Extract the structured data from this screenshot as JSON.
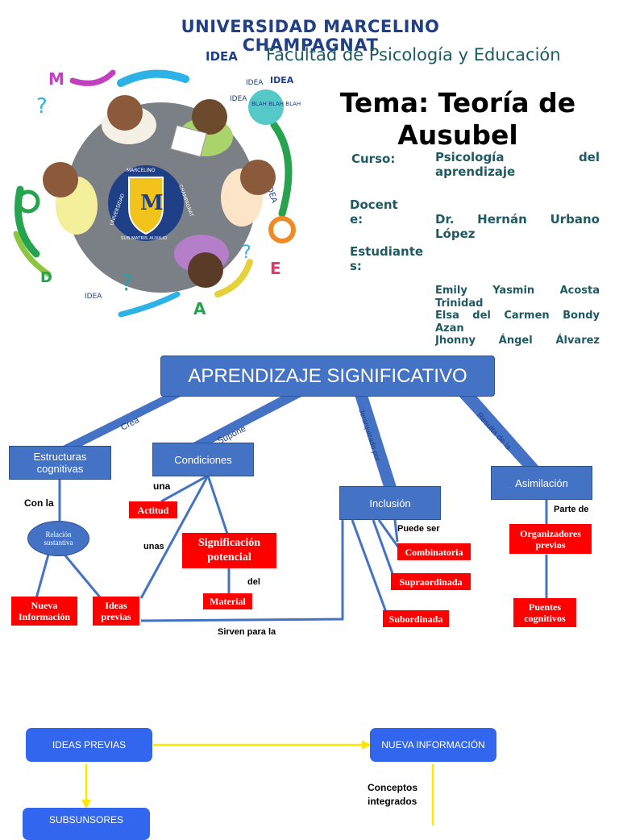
{
  "header": {
    "university": "UNIVERSIDAD MARCELINO CHAMPAGNAT",
    "faculty": "Facultad de Psicología y Educación",
    "topic": "Tema: Teoría de Ausubel"
  },
  "info": {
    "course_label": "Curso:",
    "course_value": "Psicología del aprendizaje",
    "teacher_label": "Docent e:",
    "teacher_value": "Dr. Hernán Urbano López",
    "students_label": "Estudiante s:",
    "students": [
      "Emily Yasmin Acosta Trinidad",
      "Elsa del Carmen Bondy Azan",
      "Jhonny Ángel Álvarez"
    ]
  },
  "illustration": {
    "doodle_words": [
      "IDEA",
      "IDEA",
      "IDEA",
      "IDEA",
      "BLAH BLAH BLAH",
      "IDEA",
      "IDEA"
    ],
    "seal_top": "MARCELINO",
    "seal_left": "UNIVERSIDAD",
    "seal_right": "CHAMPAGNAT",
    "seal_bottom": "SUB MATRIS AUXILIO"
  },
  "concept_map": {
    "root": "APRENDIZAJE SIGNIFICATIVO",
    "nodes": {
      "estructuras": "Estructuras cognitivas",
      "condiciones": "Condiciones",
      "inclusion": "Inclusión",
      "asimilacion": "Asimilación",
      "relacion": "Relación sustantiva",
      "actitud": "Actitud",
      "significacion": "Significación potencial",
      "material": "Material",
      "nueva_info": "Nueva Información",
      "ideas_previas": "Ideas previas",
      "combinatoria": "Combinatoria",
      "supraordinada": "Supraordinada",
      "subordinada": "Subordinada",
      "organizadores": "Organizadores previos",
      "puentes": "Puentes cognitivos"
    },
    "links": {
      "crea": "Crea",
      "supone": "Supone",
      "jerarquizada": "Jerarquizado por",
      "resulta": "Resulta de la",
      "con_la": "Con la",
      "una": "una",
      "unas": "unas",
      "del": "del",
      "puede_ser": "Puede ser",
      "parte_de": "Parte de",
      "sirven": "Sirven para la"
    }
  },
  "flow": {
    "ideas_previas": "IDEAS PREVIAS",
    "nueva_informacion": "NUEVA INFORMACIÓN",
    "subsunsores": "SUBSUNSORES",
    "conceptos": "Conceptos integrados"
  }
}
